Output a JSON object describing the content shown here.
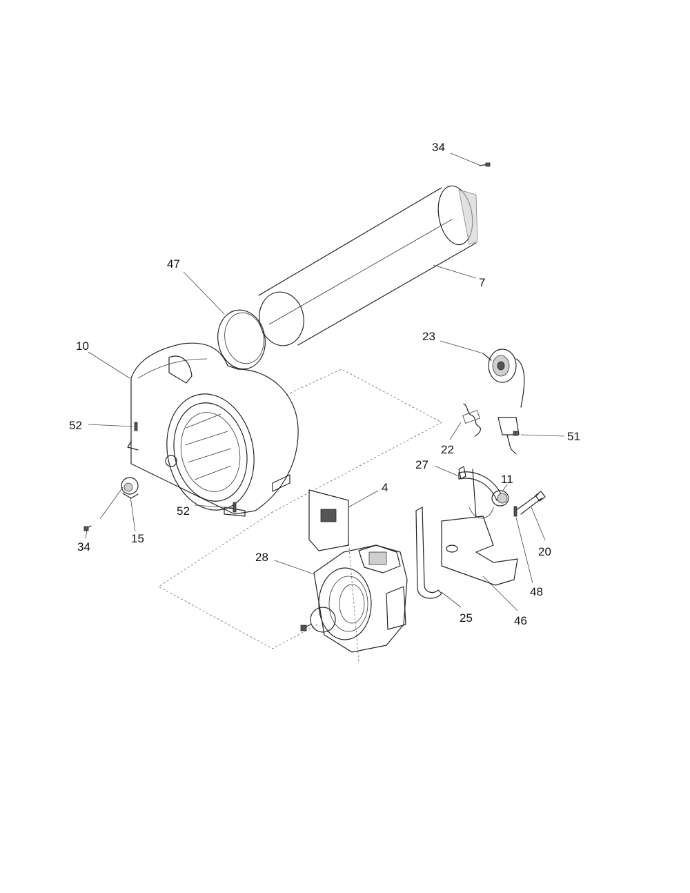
{
  "callouts": {
    "c34_top": "34",
    "c7": "7",
    "c47": "47",
    "c10": "10",
    "c23": "23",
    "c52_left": "52",
    "c22": "22",
    "c51": "51",
    "c27": "27",
    "c11": "11",
    "c4": "4",
    "c52_bottom": "52",
    "c34_left": "34",
    "c15": "15",
    "c20": "20",
    "c28": "28",
    "c48": "48",
    "c25": "25",
    "c46": "46"
  }
}
